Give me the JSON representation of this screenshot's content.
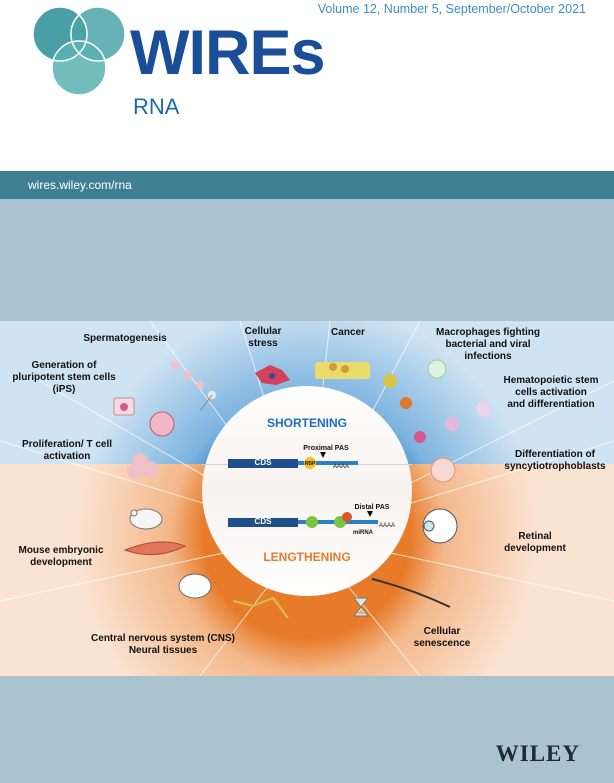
{
  "header": {
    "journal_title": "WIREs",
    "subtitle": "RNA",
    "volume_line": "Volume 12, Number 5, September/October 2021"
  },
  "url_bar": {
    "url": "wires.wiley.com/rna"
  },
  "figure": {
    "center_top": "SHORTENING",
    "center_bottom": "LENGTHENING",
    "cds_label_top": "CDS",
    "cds_label_bottom": "CDS",
    "rbp_label": "RBP",
    "proximal_pas": "Proximal PAS",
    "distal_pas": "Distal PAS",
    "mirna_label": "miRNA",
    "polya_top": "AAAA",
    "polya_bottom": "AAAA",
    "labels": {
      "spermatogenesis": "Spermatogenesis",
      "cellular_stress_1": "Cellular",
      "cellular_stress_2": "stress",
      "cancer": "Cancer",
      "macrophages_1": "Macrophages fighting",
      "macrophages_2": "bacterial and viral",
      "macrophages_3": "infections",
      "ips_1": "Generation of",
      "ips_2": "pluripotent stem cells",
      "ips_3": "(iPS)",
      "hematopoietic_1": "Hematopoietic stem",
      "hematopoietic_2": "cells activation",
      "hematopoietic_3": "and differentiation",
      "prolif_1": "Proliferation/ T cell",
      "prolif_2": "activation",
      "syncytio_1": "Differentiation of",
      "syncytio_2": "syncytiotrophoblasts",
      "mouse_1": "Mouse embryonic",
      "mouse_2": "development",
      "retinal_1": "Retinal",
      "retinal_2": "development",
      "cns_1": "Central nervous system (CNS)",
      "cns_2": "Neural tissues",
      "senescence_1": "Cellular",
      "senescence_2": "senescence"
    }
  },
  "publisher": "WILEY",
  "colors": {
    "brand_blue": "#1a4e98",
    "logo_teal": "#3f9aa0",
    "url_bar": "#3f7f94",
    "page_background": "#a9c3cf",
    "shortening_blue": "#2f7fc4",
    "lengthening_orange": "#e77b2a"
  }
}
